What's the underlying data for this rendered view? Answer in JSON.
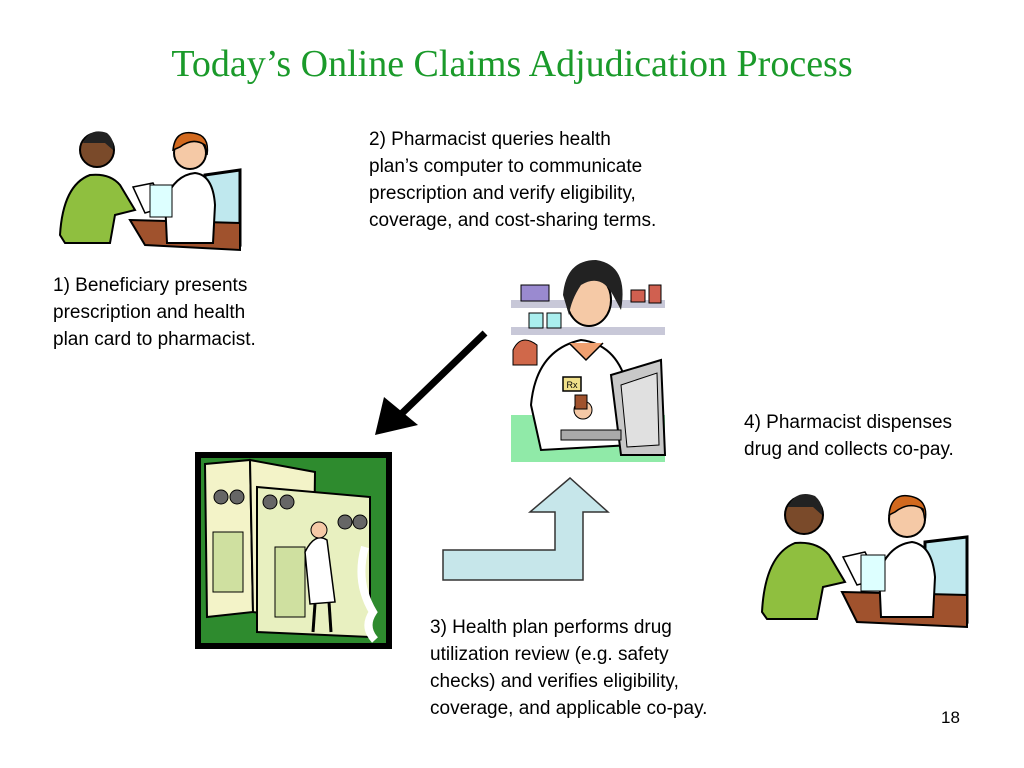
{
  "slide": {
    "title": "Today’s Online Claims Adjudication Process",
    "page_number": "18"
  },
  "steps": [
    {
      "text": "1) Beneficiary presents\nprescription and health\nplan card to pharmacist."
    },
    {
      "text": "2) Pharmacist queries health\nplan’s computer to communicate\nprescription and verify eligibility,\ncoverage, and cost-sharing terms."
    },
    {
      "text": "3) Health plan performs drug\nutilization review (e.g. safety\nchecks) and verifies eligibility,\ncoverage, and applicable co-pay."
    },
    {
      "text": "4) Pharmacist dispenses\ndrug and collects co-pay."
    }
  ],
  "clipart": {
    "rx_label": "Rx"
  },
  "colors": {
    "title": "#1a9a2a",
    "arrow_fill": "#c6e6ea",
    "server_room_frame": "#000000",
    "server_room_bg": "#2e8b2e"
  }
}
